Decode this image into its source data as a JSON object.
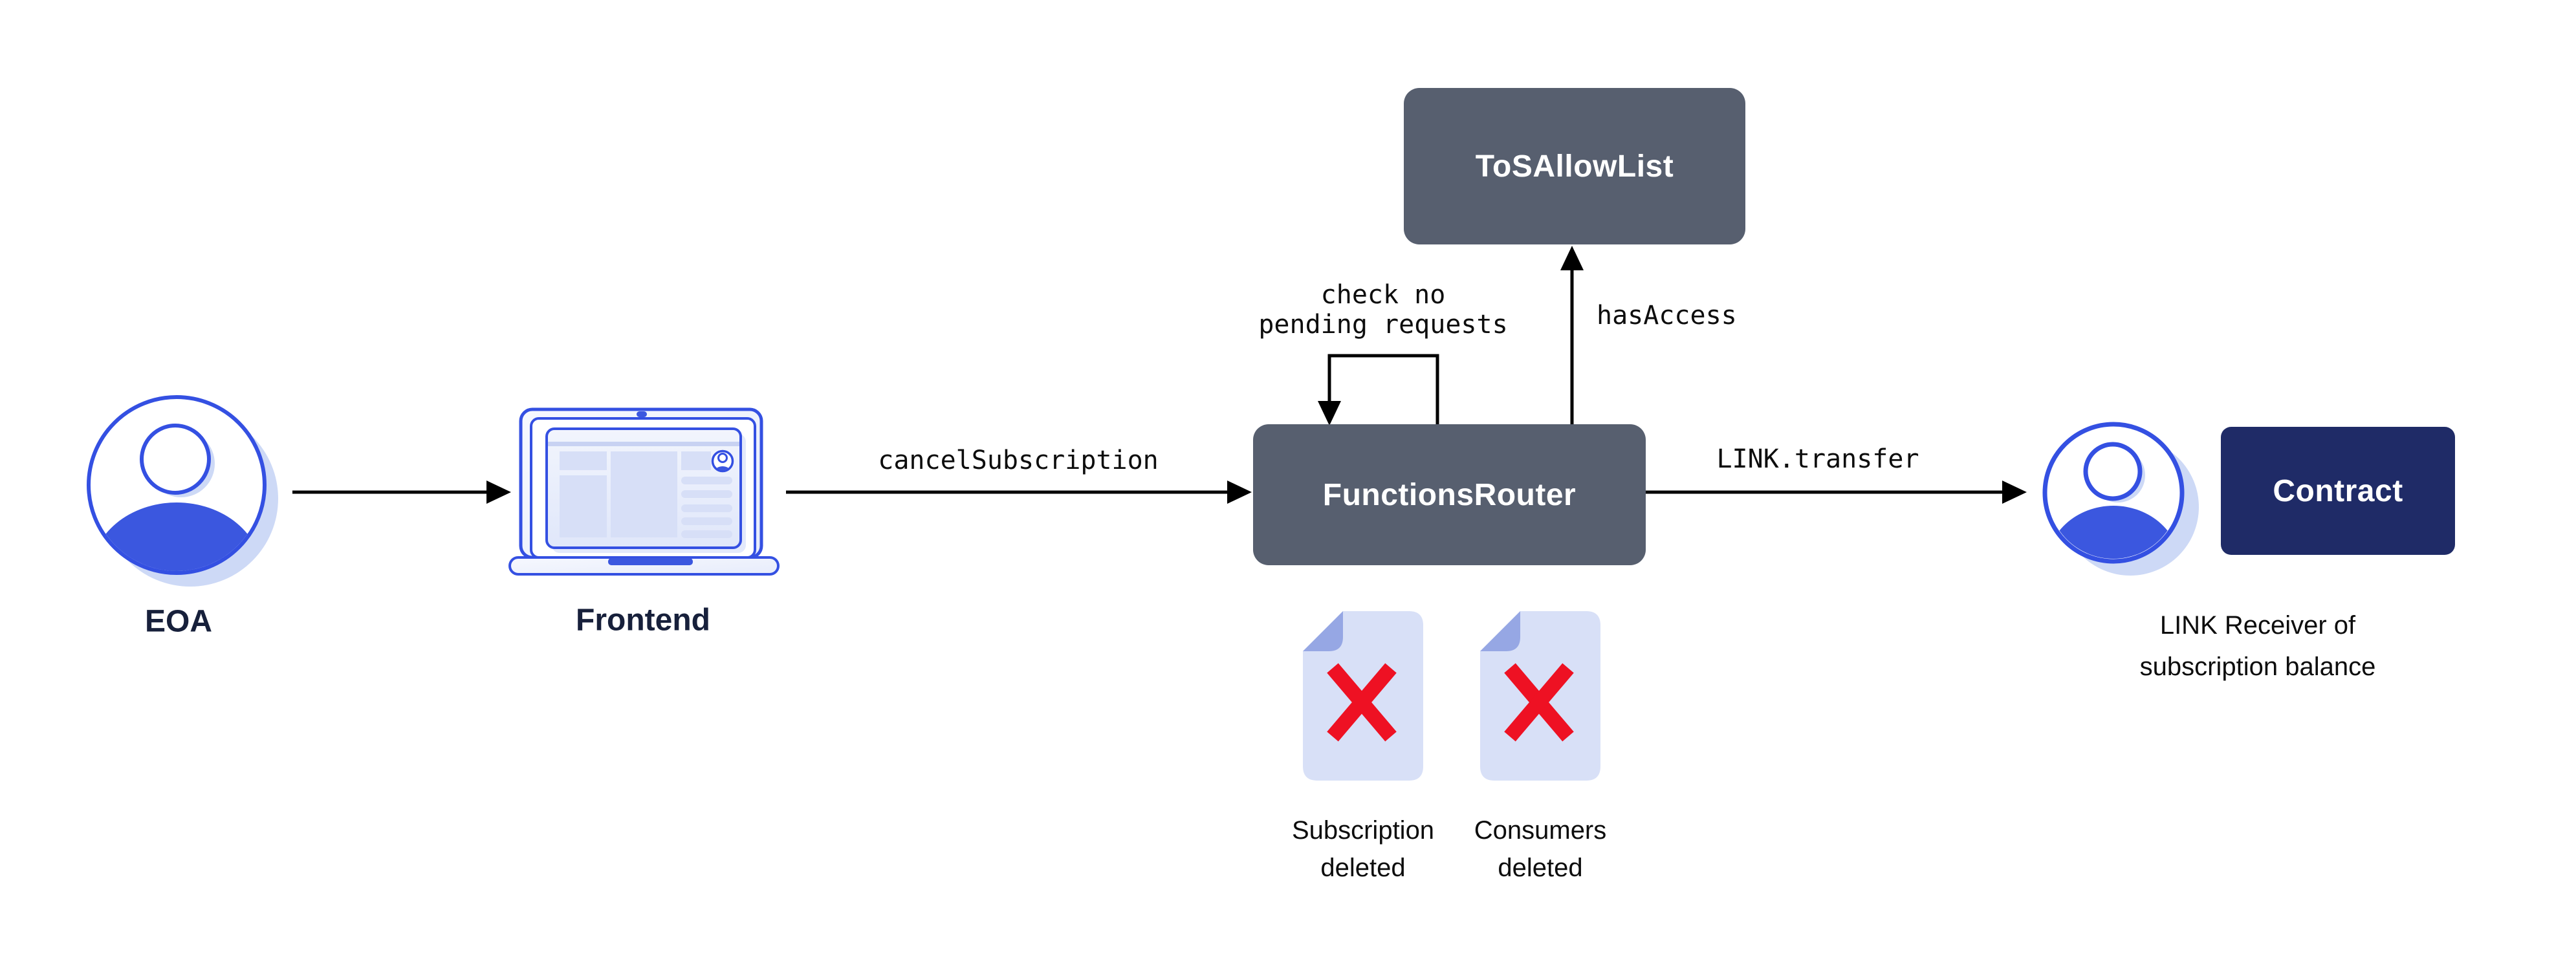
{
  "diagram": {
    "title_implicit": "Cancel subscription flow",
    "nodes": {
      "eoa": {
        "label": "EOA"
      },
      "frontend": {
        "label": "Frontend"
      },
      "tos_allow_list": {
        "label": "ToSAllowList"
      },
      "functions_router": {
        "label": "FunctionsRouter"
      },
      "contract": {
        "label": "Contract"
      },
      "link_receiver": {
        "caption": "LINK Receiver of\nsubscription balance"
      },
      "subscription_doc": {
        "caption": "Subscription\ndeleted"
      },
      "consumers_doc": {
        "caption": "Consumers\ndeleted"
      }
    },
    "edges": {
      "eoa_to_frontend": {
        "label": ""
      },
      "cancel_subscription": {
        "label": "cancelSubscription"
      },
      "link_transfer": {
        "label": "LINK.transfer"
      },
      "has_access": {
        "label": "hasAccess"
      },
      "check_pending": {
        "label": "check no\npending requests"
      }
    },
    "colors": {
      "box_slate": "#575f6f",
      "box_navy": "#1f2b67",
      "accent_blue_stroke": "#3450e2",
      "accent_blue_fill": "#3b57df",
      "shadow_periwinkle": "#cdd9f6",
      "panel_lavender": "#d7dff7",
      "doc_fill": "#d8e0f7",
      "doc_fold": "#96a7e4",
      "delete_x_red": "#ee1123",
      "connector_black": "#000000",
      "label_dark_navy": "#17203b",
      "label_black": "#0d0d0d",
      "box_text_white": "#ffffff"
    }
  }
}
